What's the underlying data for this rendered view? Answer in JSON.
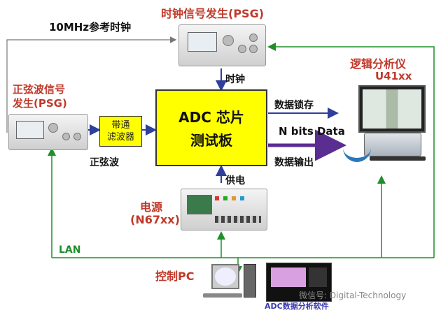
{
  "labels": {
    "ref_clock": "10MHz参考时钟",
    "clock_psg_title": "时钟信号发生(PSG)",
    "sine_psg_title_line1": "正弦波信号",
    "sine_psg_title_line2": "发生(PSG)",
    "filter_line1": "带通",
    "filter_line2": "滤波器",
    "sine_wave": "正弦波",
    "clock": "时钟",
    "adc_line1": "ADC 芯片",
    "adc_line2": "测试板",
    "data_latch": "数据锁存",
    "n_bits_data": "N bits Data",
    "data_output": "数据输出",
    "power_supply_label": "供电",
    "power_title": "电源",
    "power_model": "(N67xx)",
    "logic_analyzer_title": "逻辑分析仪",
    "logic_analyzer_model": "U41xx",
    "lan": "LAN",
    "control_pc": "控制PC",
    "adc_software": "ADC数据分析软件",
    "watermark": "微信号: Digital-Technology"
  },
  "colors": {
    "accent_red": "#c0392b",
    "lan_green": "#1f8f2a",
    "adc_yellow": "#ffff00",
    "arrow_blue": "#2e3f9c",
    "data_purple": "#5a2d91"
  }
}
